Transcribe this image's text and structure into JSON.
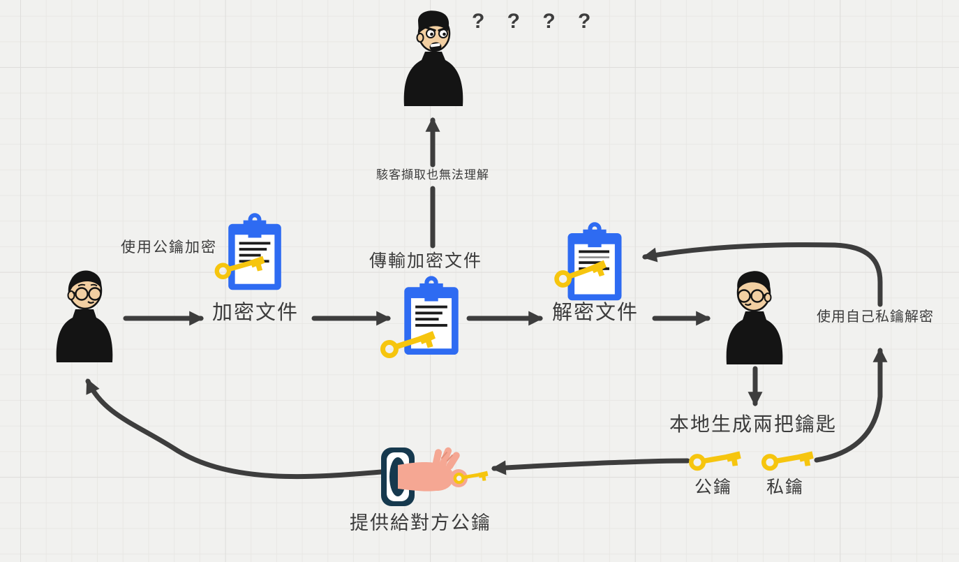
{
  "labels": {
    "questions": "? ? ? ?",
    "hacker_intercept": "駭客擷取也無法理解",
    "use_public_key_encrypt": "使用公鑰加密",
    "encrypt_file": "加密文件",
    "transmit_encrypted_file": "傳輸加密文件",
    "decrypt_file": "解密文件",
    "use_private_key_decrypt": "使用自己私鑰解密",
    "generate_two_keys": "本地生成兩把鑰匙",
    "public_key": "公鑰",
    "private_key": "私鑰",
    "provide_public_key": "提供給對方公鑰"
  },
  "icons": {
    "hacker": "angry-hacker-figure",
    "sender": "person-with-glasses-figure",
    "receiver": "person-with-glasses-figure",
    "clipboard": "clipboard-document-icon",
    "key": "yellow-key-icon",
    "hand_portal": "hand-through-slot-holding-key-icon"
  },
  "colors": {
    "canvas_bg": "#f1f1ef",
    "grid_line": "#e8e7e4",
    "grid_major": "#dedddb",
    "connector": "#3d3d3d",
    "text": "#3b3b3b",
    "clipboard_blue": "#2e6bf2",
    "key_yellow": "#f6c50e",
    "hand_skin": "#f5a793",
    "portal_navy": "#16394e",
    "face_skin": "#f2cfa2",
    "figure_black": "#141414",
    "paper_white": "#ffffff"
  }
}
